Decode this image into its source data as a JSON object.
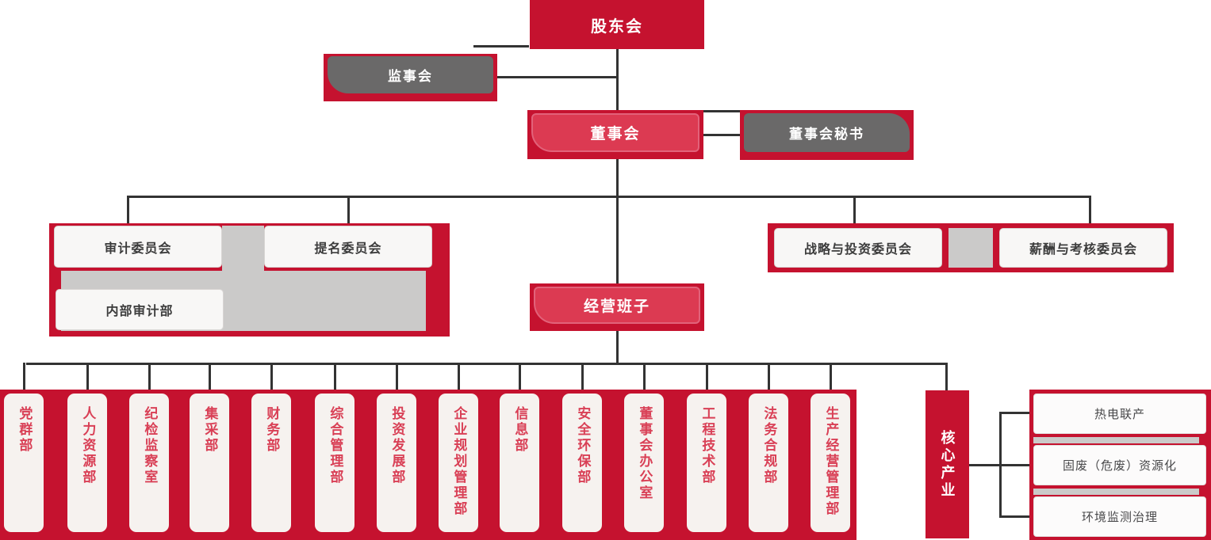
{
  "chart": {
    "shareholders_label": "股东会",
    "supervisory_label": "监事会",
    "board_label": "董事会",
    "board_secretary_label": "董事会秘书",
    "management_label": "经营班子",
    "core_industry_label": "核心产业"
  },
  "committee_group_left": {
    "audit_label": "审计委员会",
    "nomination_label": "提名委员会",
    "internal_audit_label": "内部审计部"
  },
  "committee_group_right": {
    "strategy_label": "战略与投资委员会",
    "compensation_label": "薪酬与考核委员会"
  },
  "departments": [
    "党群部",
    "人力资源部",
    "纪检监察室",
    "集采部",
    "财务部",
    "综合管理部",
    "投资发展部",
    "企业规划管理部",
    "信息部",
    "安全环保部",
    "董事会办公室",
    "工程技术部",
    "法务合规部",
    "生产经营管理部"
  ],
  "core_industries": [
    "热电联产",
    "固废（危废）资源化",
    "环境监测治理"
  ],
  "palette": {
    "crimson": "#c5122f",
    "rose": "#dc3a52",
    "gray_box": "#6a6969",
    "gray_separator": "#cbcac9",
    "connector_line": "#333333",
    "department_box_bg": "#f6f2ef",
    "committee_box_bg": "#f8f7f6",
    "department_text": "#d94056"
  }
}
